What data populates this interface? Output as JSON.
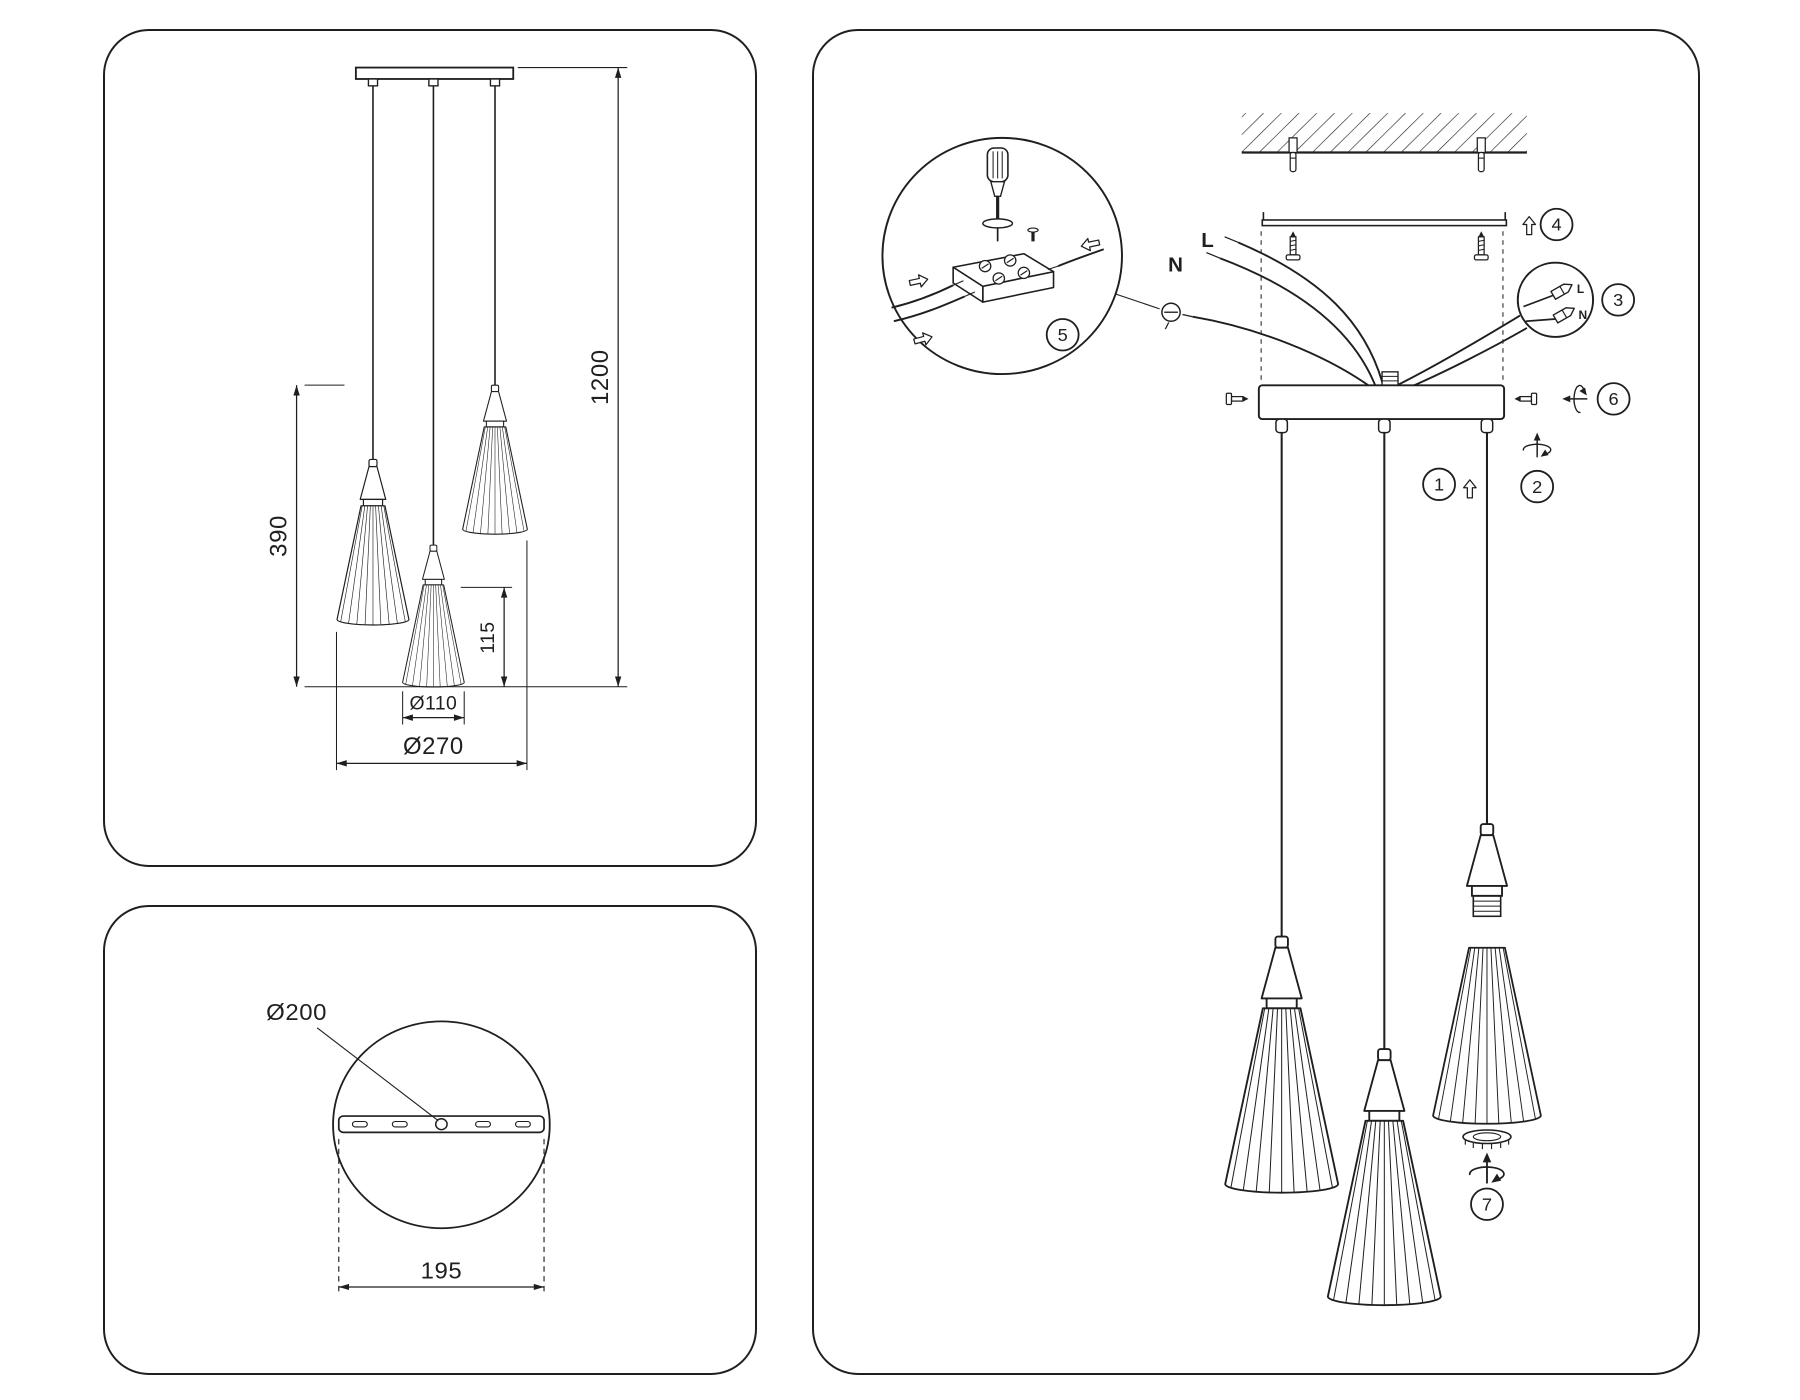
{
  "sheet": {
    "background": "#ffffff",
    "ink": "#1f1f1f"
  },
  "front_view": {
    "dim_overall_drop": "1200",
    "dim_lamp_drop": "390",
    "dim_shade_height": "115",
    "dim_shade_diameter": "Ø110",
    "dim_fixture_diameter": "Ø270"
  },
  "top_view": {
    "dim_canopy_diameter": "Ø200",
    "dim_mount_spacing": "195"
  },
  "assembly": {
    "wire_neutral": "N",
    "wire_live": "L",
    "connector_live": "L",
    "connector_neutral": "N",
    "steps": [
      "1",
      "2",
      "3",
      "4",
      "5",
      "6",
      "7"
    ]
  }
}
